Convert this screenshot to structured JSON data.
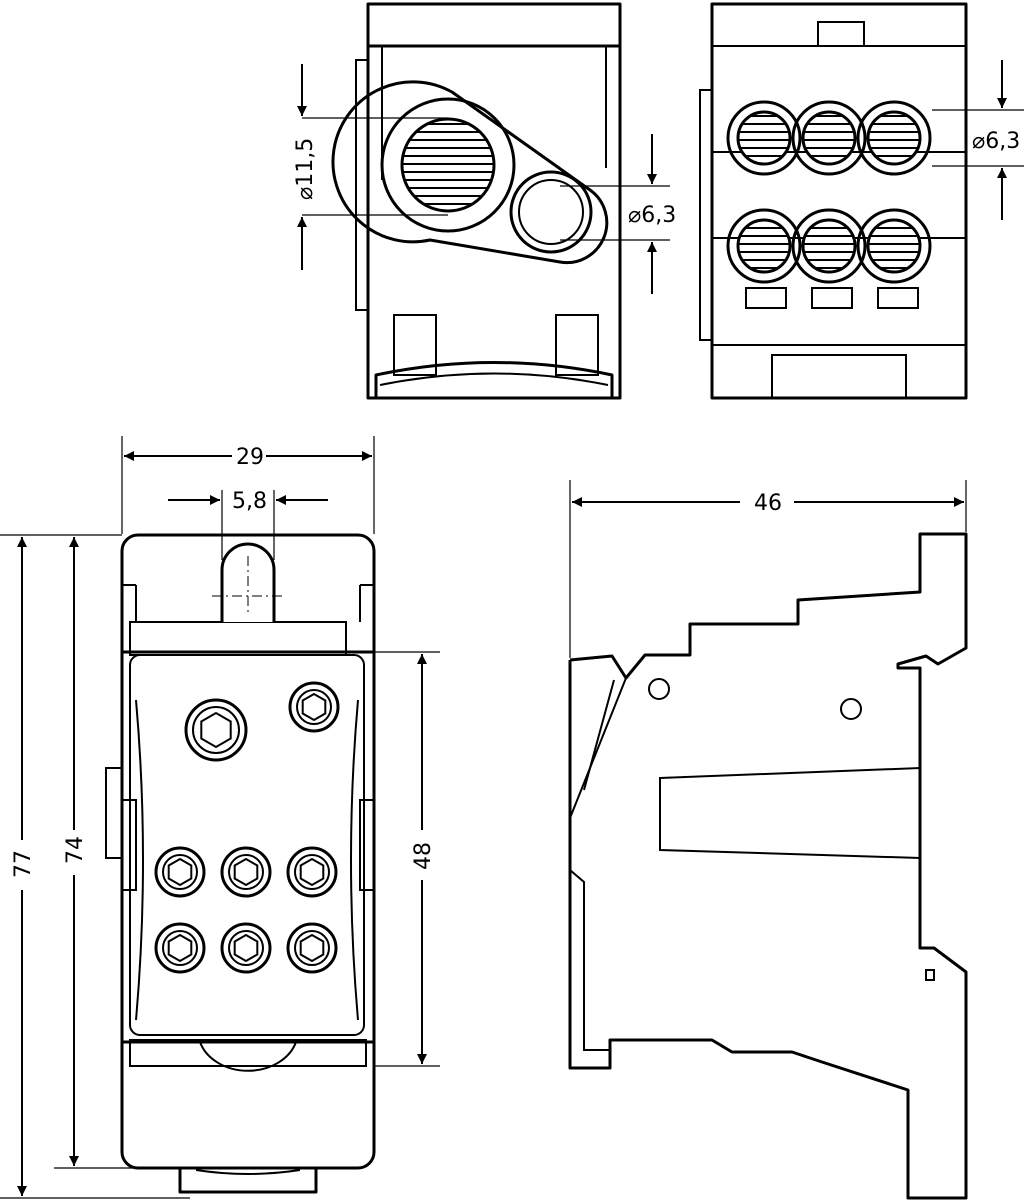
{
  "dimensions": {
    "hole_large_dia": "⌀11,5",
    "hole_small_dia_front": "⌀6,3",
    "hole_small_dia_rear": "⌀6,3",
    "width_29": "29",
    "pitch_5_8": "5,8",
    "depth_46": "46",
    "height_77": "77",
    "height_74": "74",
    "height_48": "48"
  }
}
